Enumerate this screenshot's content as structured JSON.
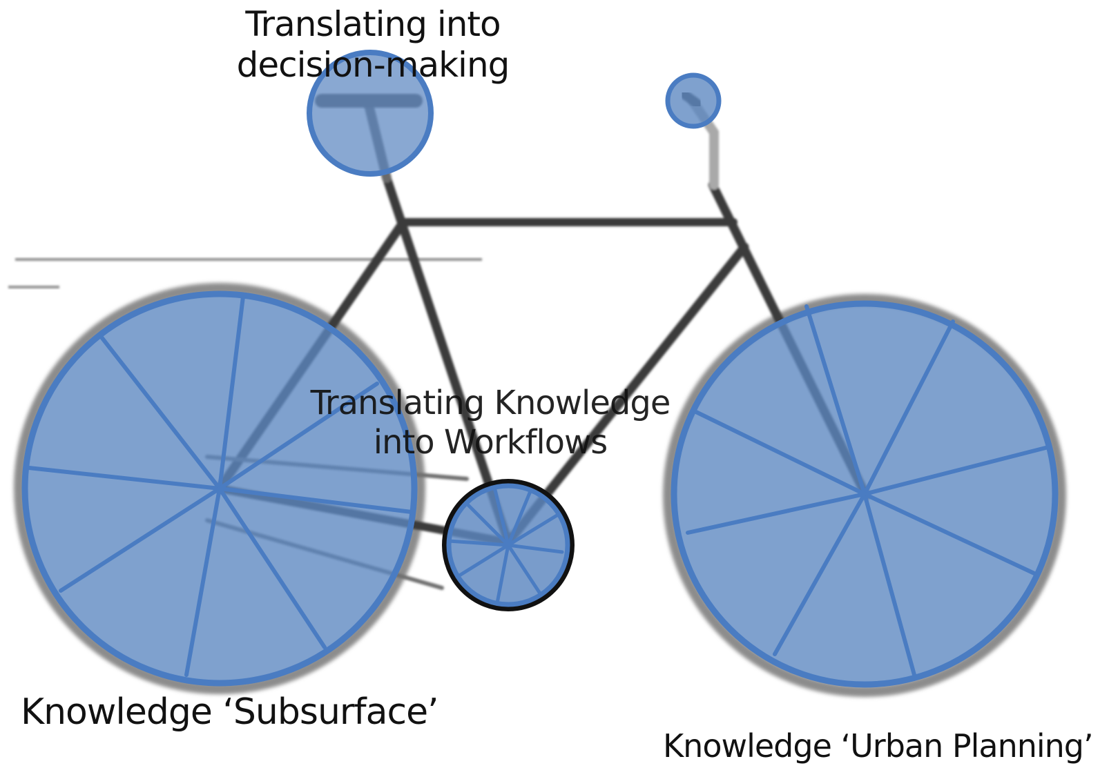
{
  "diagram": {
    "labels": {
      "top_line1": "Translating into",
      "top_line2": "decision-making",
      "center_line1": "Translating Knowledge",
      "center_line2": "into Workflows",
      "left": "Knowledge ‘Subsurface’",
      "right": "Knowledge ‘Urban Planning’"
    },
    "colors": {
      "overlay_fill": "#5b86c0",
      "overlay_stroke": "#4a7cc2",
      "frame": "#3a3a3a",
      "tyre": "#9a9a9a",
      "label_text": "#111111"
    },
    "icons": [
      "bicycle-frame-icon",
      "saddle-icon",
      "handlebar-icon",
      "wheel-icon",
      "chainring-icon"
    ]
  }
}
